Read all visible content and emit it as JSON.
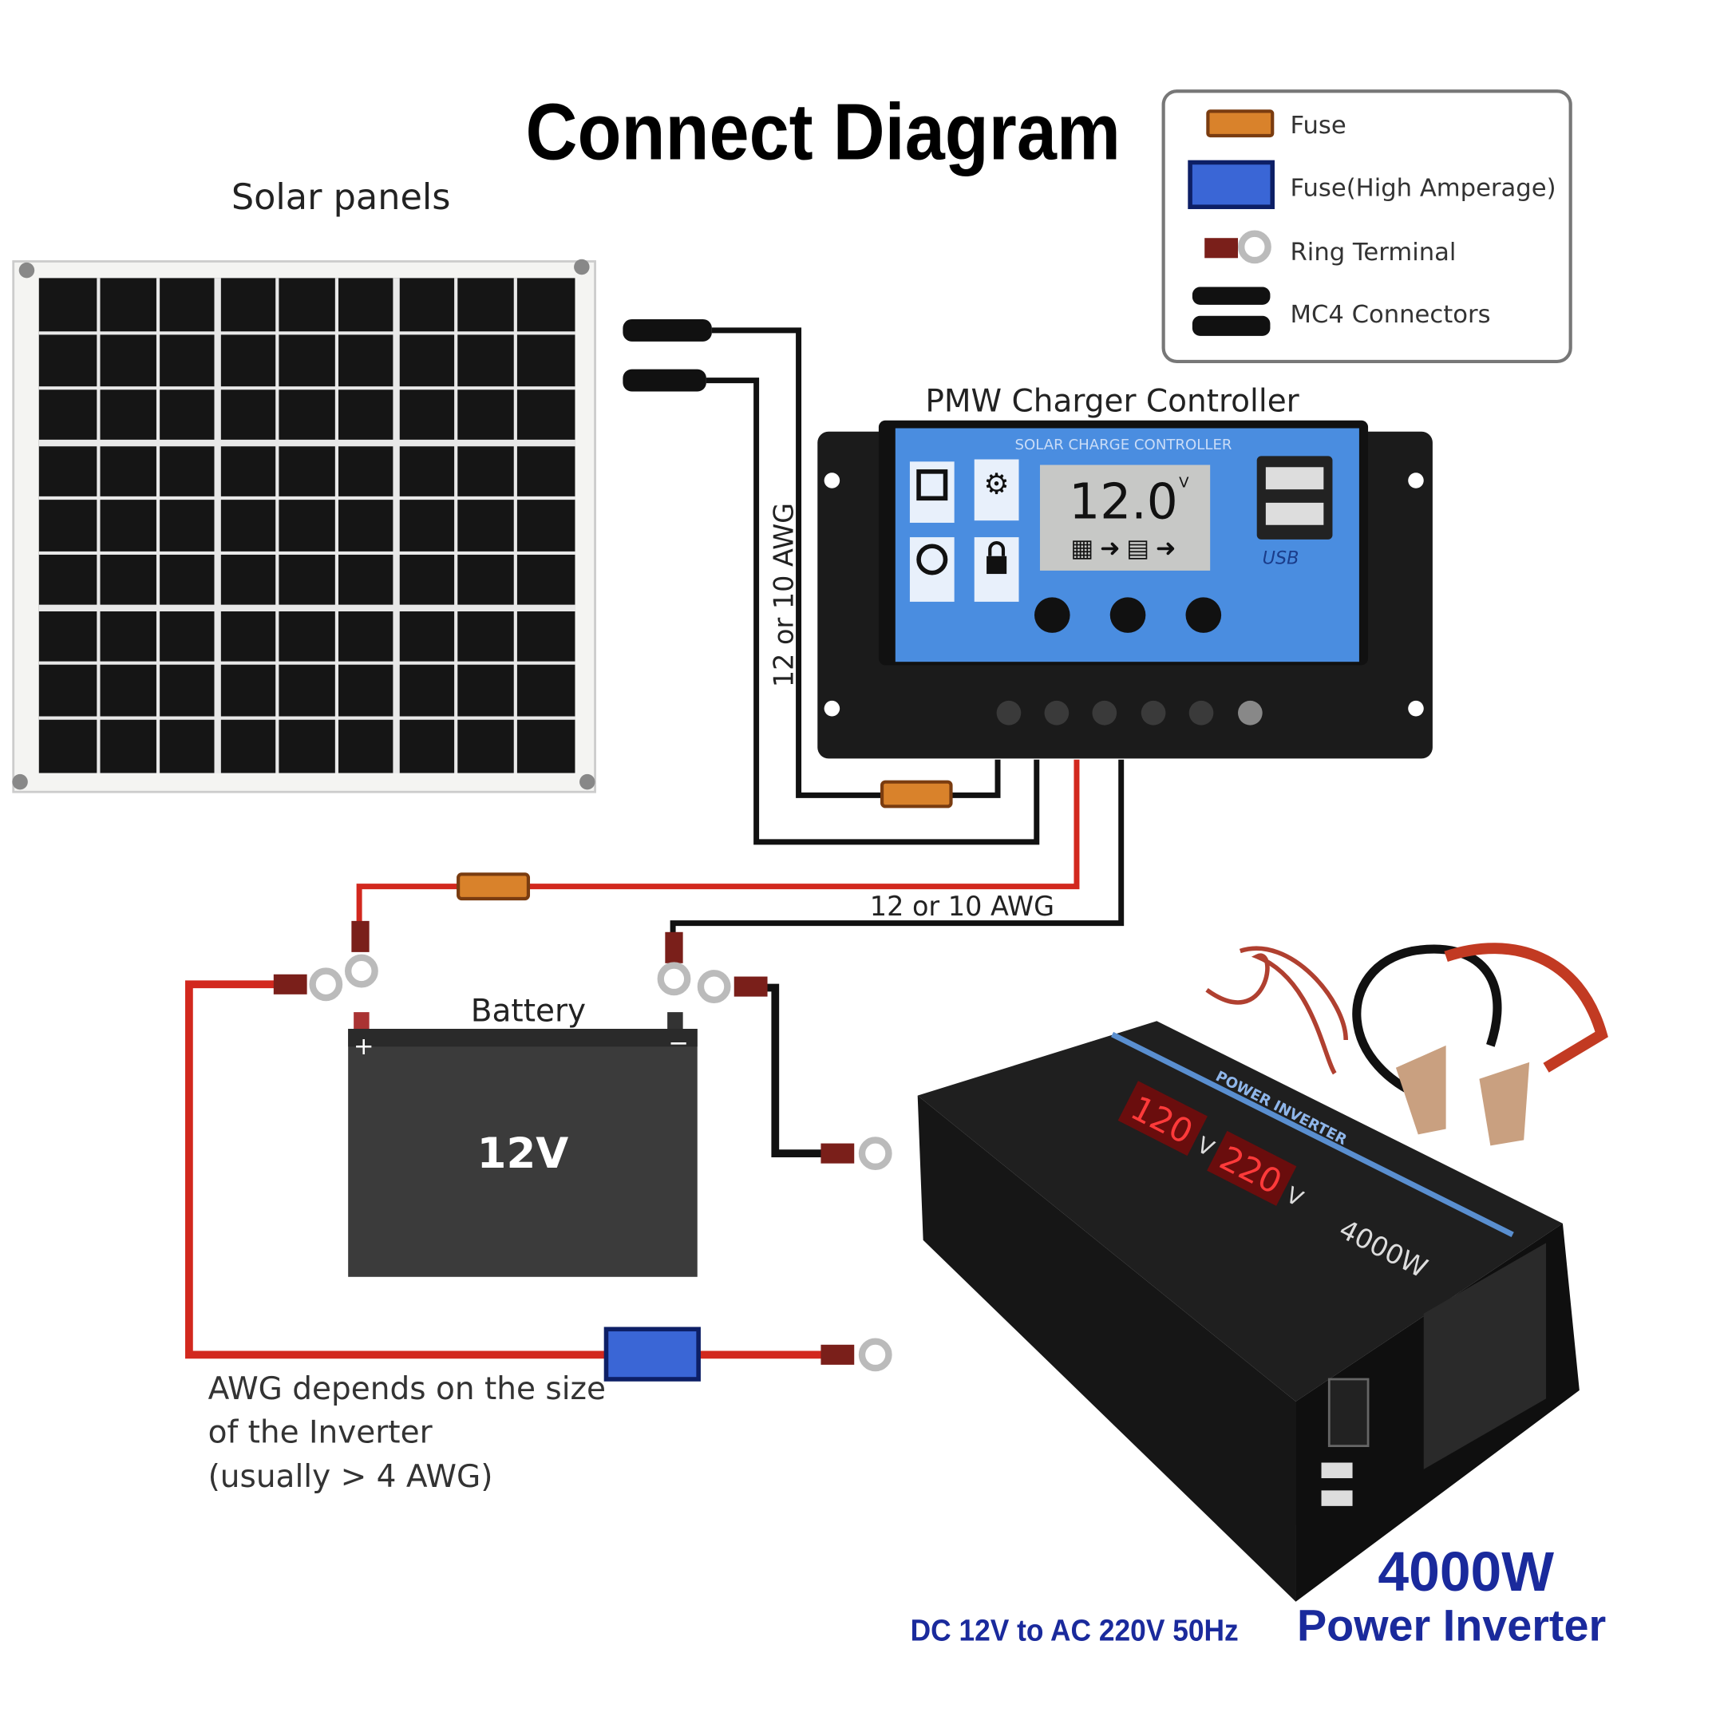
{
  "title": "Connect Diagram",
  "legend": {
    "items": [
      {
        "label": "Fuse",
        "icon": "fuse-icon",
        "color": "#d9822b"
      },
      {
        "label": "Fuse(High Amperage)",
        "icon": "high-amp-fuse-icon",
        "color": "#2f5bc9"
      },
      {
        "label": "Ring Terminal",
        "icon": "ring-terminal-icon",
        "color": "#7a1f1a"
      },
      {
        "label": "MC4 Connectors",
        "icon": "mc4-connector-icon",
        "color": "#111111"
      }
    ]
  },
  "solar": {
    "label": "Solar panels"
  },
  "controller": {
    "label": "PMW Charger Controller",
    "brand": "SOLAR CHARGE CONTROLLER",
    "lcd_value": "12.0",
    "lcd_unit": "V",
    "usb_label": "USB"
  },
  "wires": {
    "gauge_vertical": "12 or 10 AWG",
    "gauge_horizontal": "12 or 10 AWG",
    "red": "#d2281e",
    "black": "#111111"
  },
  "battery": {
    "label": "Battery",
    "voltage": "12V",
    "plus": "+",
    "minus": "−"
  },
  "inverter_note": {
    "lines": [
      "AWG depends on the size",
      "of the Inverter",
      "(usually  > 4 AWG)"
    ]
  },
  "inverter": {
    "display_in": "120",
    "display_out": "220",
    "unit": "V",
    "brand": "POWER INVERTER",
    "rating": "4000W",
    "caption_power": "4000W",
    "caption_name": "Power Inverter",
    "caption_spec": "DC 12V to AC 220V  50Hz",
    "caption_color": "#1a2a9c"
  }
}
